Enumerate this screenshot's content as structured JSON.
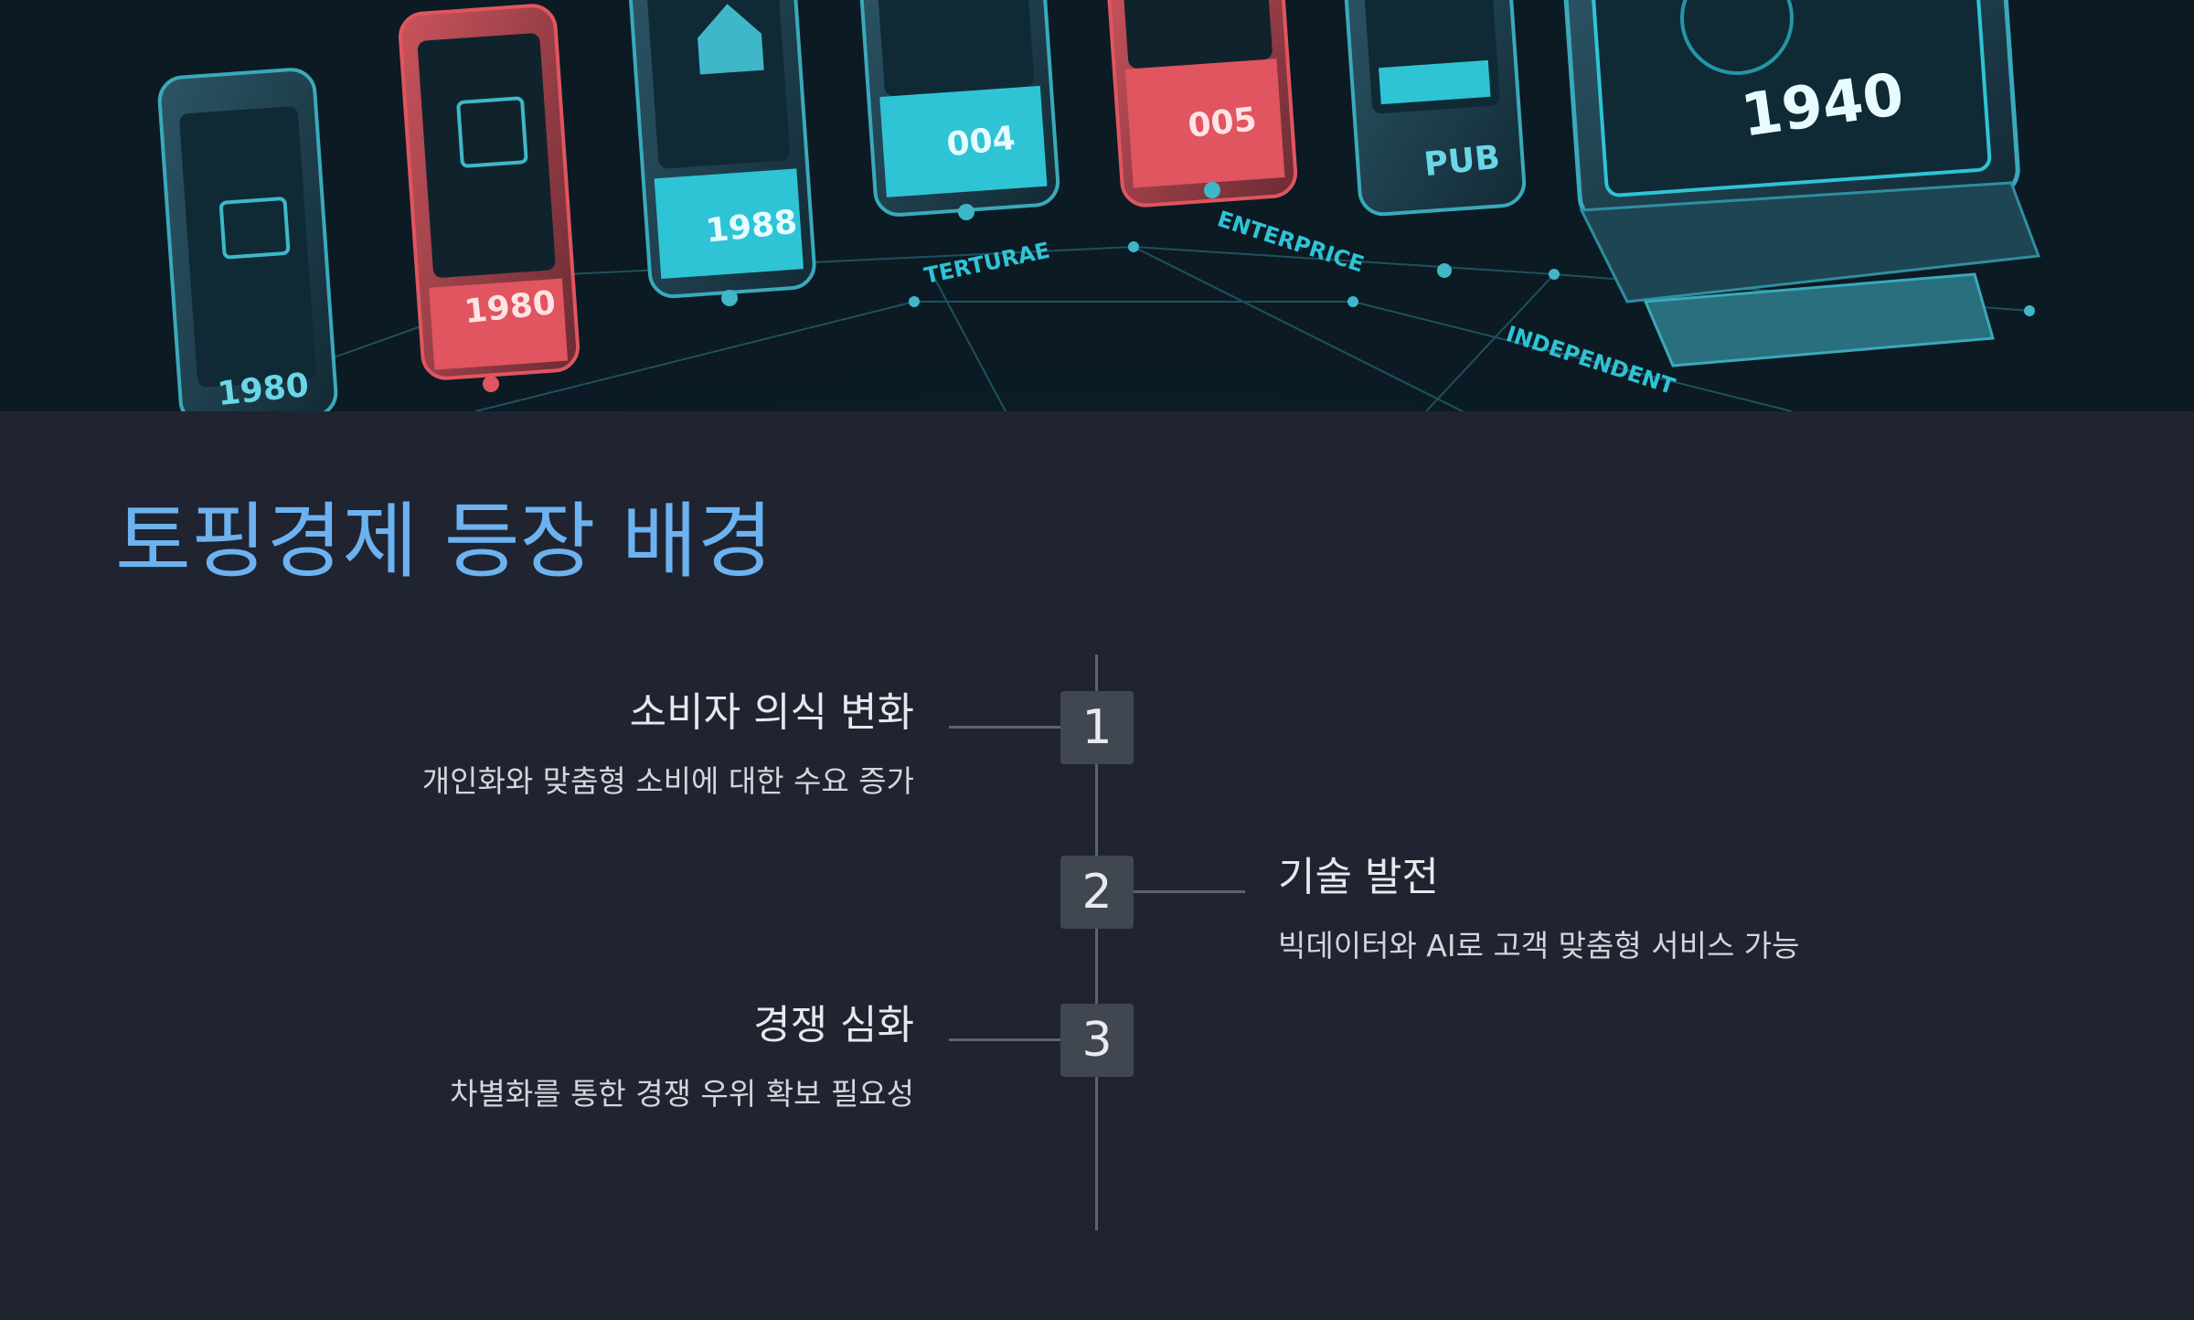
{
  "hero": {
    "device_labels": [
      "1980",
      "1980",
      "1988",
      "004",
      "005",
      "PUB",
      "1940"
    ],
    "floor_labels": [
      "TERTURAE",
      "ENTERPRICE",
      "INDEPENDENT"
    ],
    "colors": {
      "background": "#0b1a23",
      "accent_cyan": "#2ec4d6",
      "accent_red": "#e0555f",
      "device_body": "#1d3a48"
    }
  },
  "page": {
    "title": "토핑경제 등장 배경",
    "title_color": "#6db2f0",
    "background": "#1f2430"
  },
  "timeline": {
    "steps": [
      {
        "number": "1",
        "title": "소비자 의식 변화",
        "description": "개인화와 맞춤형 소비에 대한 수요 증가",
        "side": "left"
      },
      {
        "number": "2",
        "title": "기술 발전",
        "description": "빅데이터와 AI로 고객 맞춤형 서비스 가능",
        "side": "right"
      },
      {
        "number": "3",
        "title": "경쟁 심화",
        "description": "차별화를 통한 경쟁 우위 확보 필요성",
        "side": "left"
      }
    ]
  }
}
